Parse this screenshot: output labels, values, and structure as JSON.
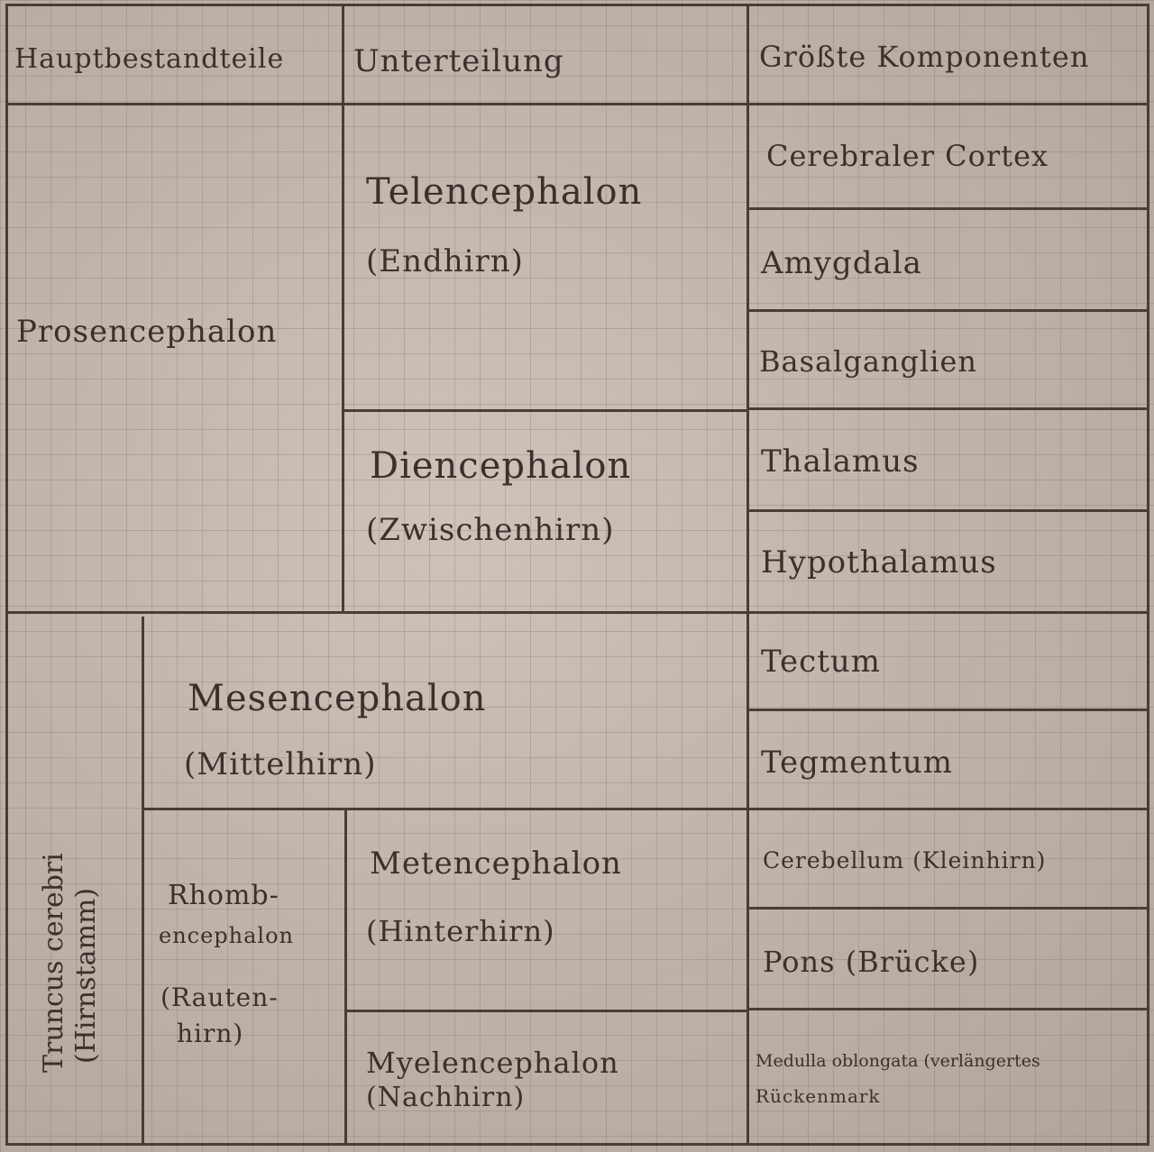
{
  "headers": {
    "col1": "Hauptbestandteile",
    "col2": "Unterteilung",
    "col3": "Größte Komponenten"
  },
  "col1": {
    "prosencephalon": "Prosencephalon",
    "truncus_line1": "Truncus cerebri",
    "truncus_line2": "(Hirnstamm)"
  },
  "col2": {
    "telencephalon": "Telencephalon",
    "telencephalon_de": "(Endhirn)",
    "diencephalon": "Diencephalon",
    "diencephalon_de": "(Zwischenhirn)",
    "mesencephalon": "Mesencephalon",
    "mesencephalon_de": "(Mittelhirn)",
    "rhomb_line1": "Rhomb-",
    "rhomb_line2": "encephalon",
    "rhomb_line3": "(Rauten-",
    "rhomb_line4": "hirn)",
    "metencephalon": "Metencephalon",
    "metencephalon_de": "(Hinterhirn)",
    "myelencephalon": "Myelencephalon",
    "myelencephalon_de": "(Nachhirn)"
  },
  "col3": {
    "c1": "Cerebraler Cortex",
    "c2": "Amygdala",
    "c3": "Basalganglien",
    "c4": "Thalamus",
    "c5": "Hypothalamus",
    "c6": "Tectum",
    "c7": "Tegmentum",
    "c8": "Cerebellum (Kleinhirn)",
    "c9": "Pons (Brücke)",
    "c10_line1": "Medulla oblongata (verlängertes",
    "c10_line2": "Rückenmark"
  }
}
